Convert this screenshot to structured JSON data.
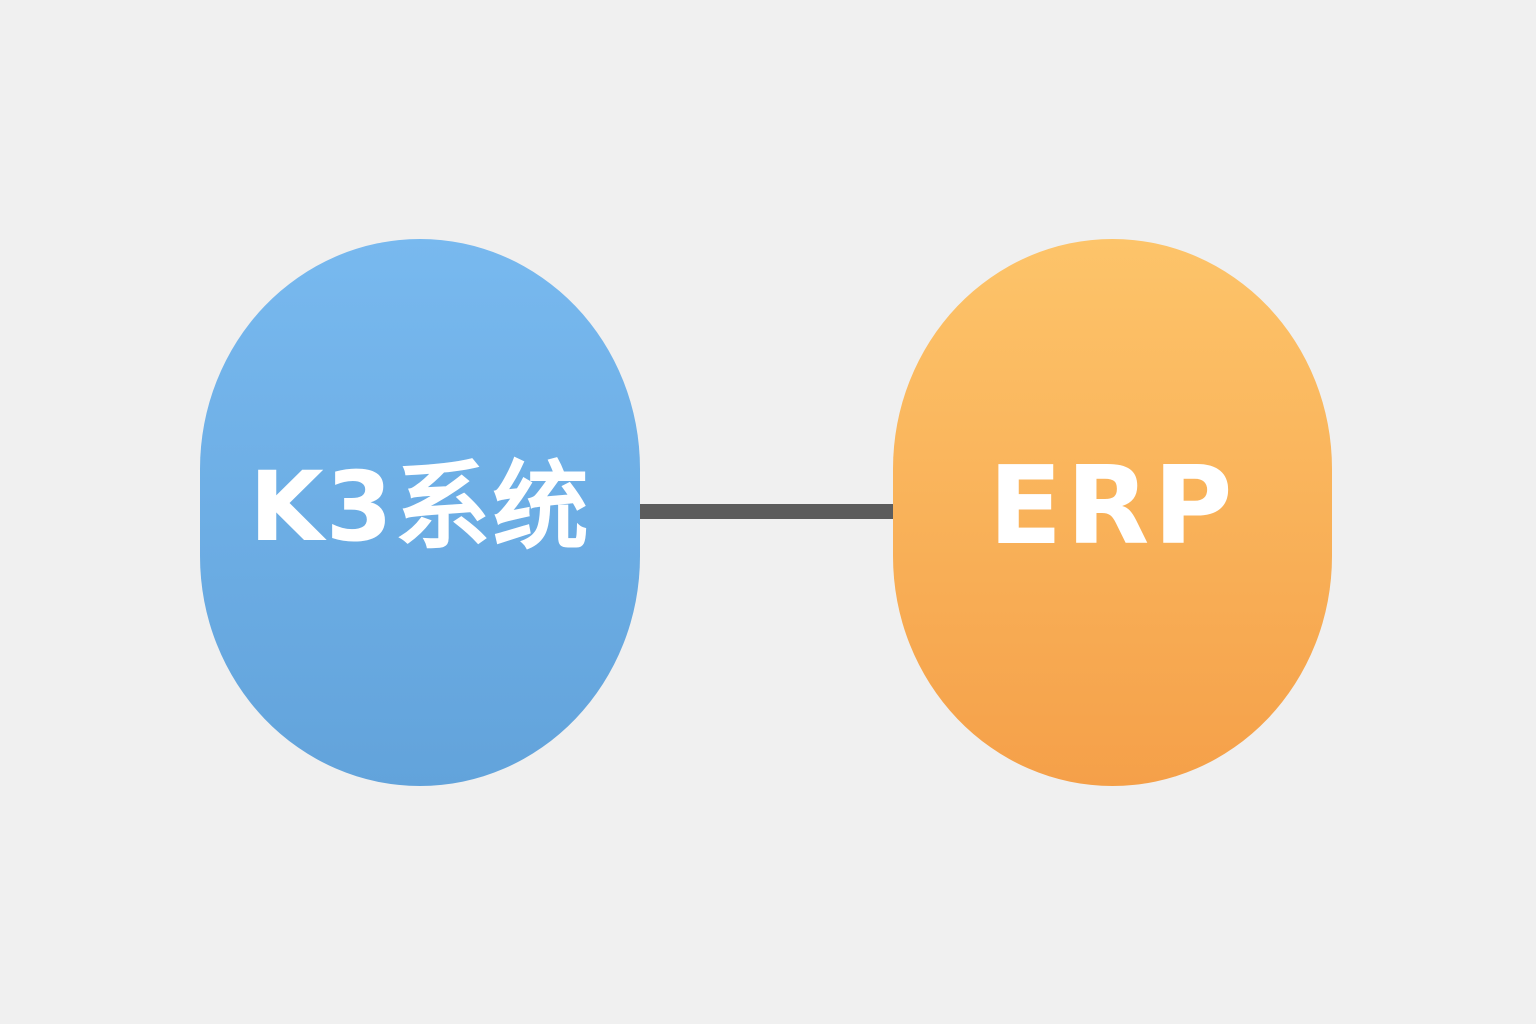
{
  "diagram": {
    "nodes": [
      {
        "id": "k3",
        "label": "K3系统",
        "color_top": "#78b9ef",
        "color_bottom": "#62a3db"
      },
      {
        "id": "erp",
        "label": "ERP",
        "color_top": "#fdc46a",
        "color_bottom": "#f5a049"
      }
    ],
    "edges": [
      {
        "from": "k3",
        "to": "erp",
        "color": "#5c5c5c"
      }
    ],
    "background": "#f0f0f0"
  }
}
